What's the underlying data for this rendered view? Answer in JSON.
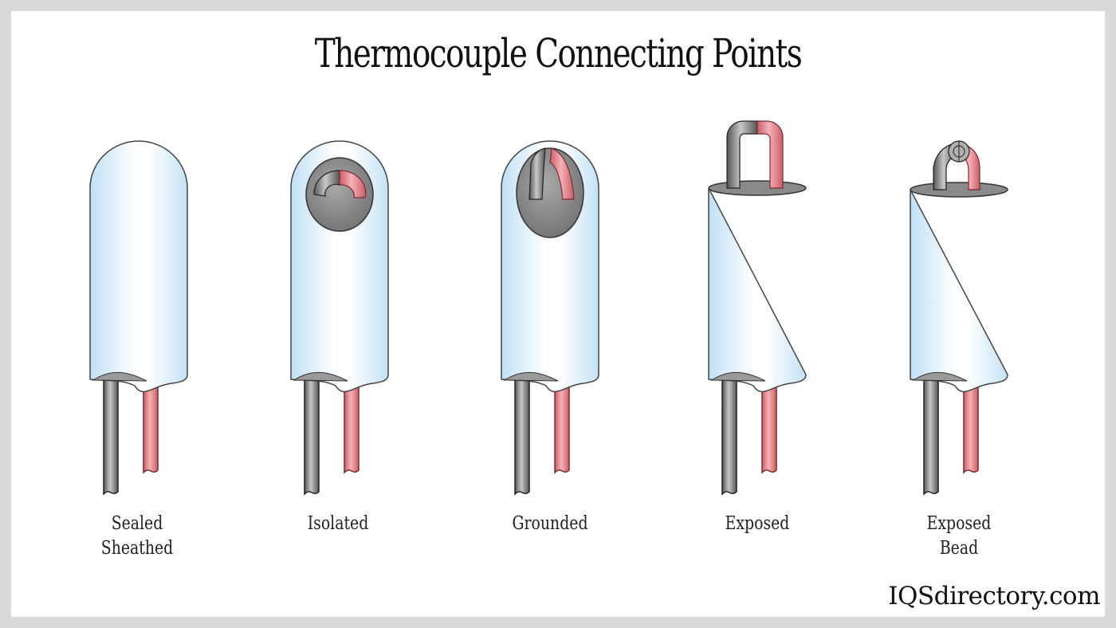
{
  "title": "Thermocouple Connecting Points",
  "colors": {
    "sheath_edge": "#c8e4f6",
    "sheath_center": "#ffffff",
    "wire_negative": "#8a8a8a",
    "wire_positive": "#e8838a",
    "junction_chamber": "#8e8e8e",
    "frame": "#d9d9d9"
  },
  "probes": [
    {
      "id": "sealed-sheathed",
      "label_line1": "Sealed",
      "label_line2": "Sheathed",
      "junction": "none"
    },
    {
      "id": "isolated",
      "label_line1": "Isolated",
      "label_line2": "",
      "junction": "insulated"
    },
    {
      "id": "grounded",
      "label_line1": "Grounded",
      "label_line2": "",
      "junction": "grounded"
    },
    {
      "id": "exposed",
      "label_line1": "Exposed",
      "label_line2": "",
      "junction": "exposed"
    },
    {
      "id": "exposed-bead",
      "label_line1": "Exposed",
      "label_line2": "Bead",
      "junction": "exposed-bead"
    }
  ],
  "brand": "IQSdirectory.com"
}
